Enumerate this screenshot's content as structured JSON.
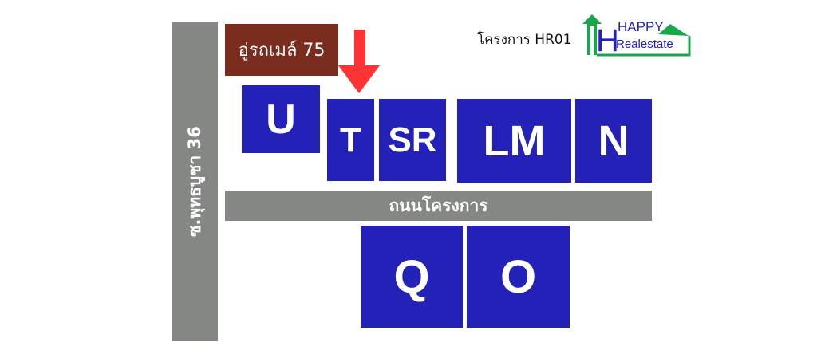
{
  "roads": {
    "side_street": "ซ.พุทธบูชา 36",
    "project_road": "ถนนโครงการ"
  },
  "landmark": "อู่รถเมล์ 75",
  "project_label": "โครงการ HR01",
  "logo": {
    "line1": "HAPPY",
    "line2": "Realestate"
  },
  "lots": [
    "U",
    "T",
    "SR",
    "LM",
    "N",
    "Q",
    "O"
  ],
  "colors": {
    "lot": "#2321b8",
    "road": "#858784",
    "landmark": "#7a2c1e",
    "arrow": "#ff3333",
    "logo_green": "#1aa64a"
  }
}
